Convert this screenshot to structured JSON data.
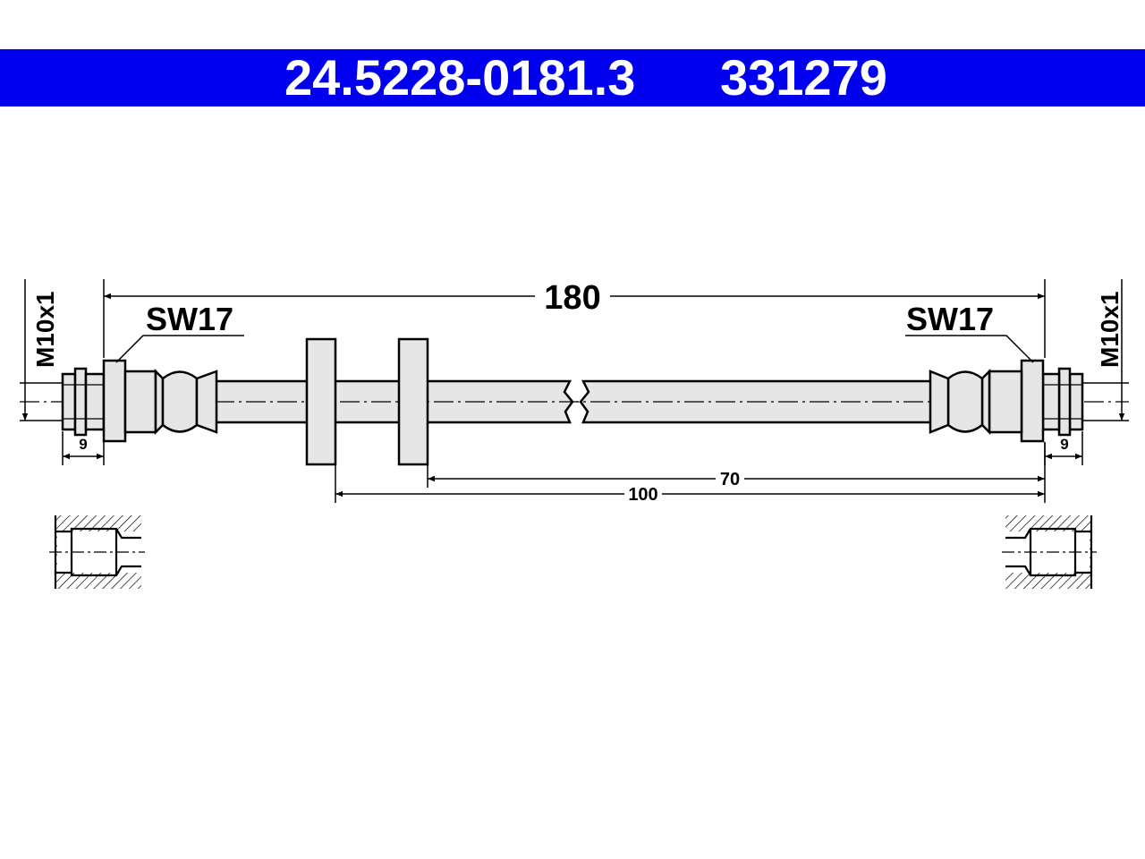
{
  "header": {
    "part_number": "24.5228-0181.3",
    "reference_number": "331279",
    "background_color": "#0000ee",
    "text_color": "#ffffff"
  },
  "drawing": {
    "overall_length": "180",
    "wrench_size_left": "SW17",
    "wrench_size_right": "SW17",
    "thread_left": "M10x1",
    "thread_right": "M10x1",
    "thread_length_left": "9",
    "thread_length_right": "9",
    "bracket_distance_inner": "70",
    "bracket_distance_outer": "100",
    "line_color": "#000000",
    "fill_color": "#e6e6e6"
  }
}
